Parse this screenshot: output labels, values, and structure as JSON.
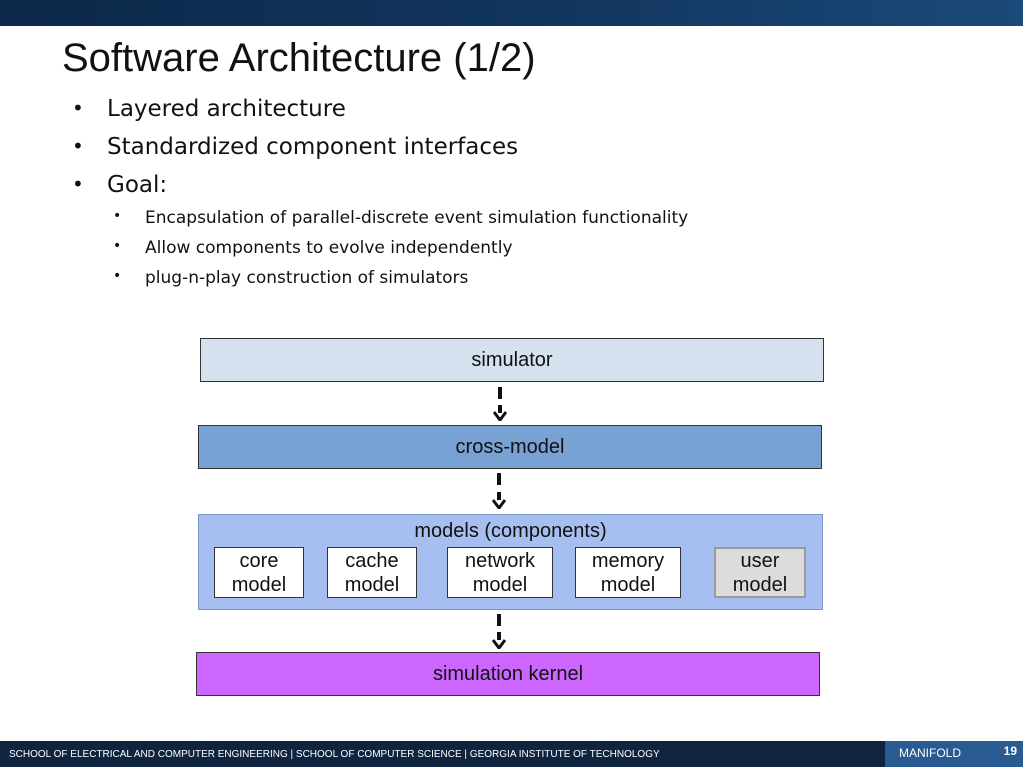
{
  "slide": {
    "title": "Software Architecture (1/2)",
    "bullets": [
      "Layered architecture",
      "Standardized component interfaces",
      "Goal:"
    ],
    "sub_bullets": [
      "Encapsulation of parallel-discrete event simulation functionality",
      "Allow components to evolve independently",
      "plug-n-play construction of simulators"
    ]
  },
  "diagram": {
    "simulator": "simulator",
    "cross_model": "cross-model",
    "models_label": "models (components)",
    "components": [
      {
        "line1": "core",
        "line2": "model"
      },
      {
        "line1": "cache",
        "line2": "model"
      },
      {
        "line1": "network",
        "line2": "model"
      },
      {
        "line1": "memory",
        "line2": "model"
      },
      {
        "line1": "user",
        "line2": "model"
      }
    ],
    "kernel": "simulation kernel",
    "colors": {
      "simulator": "#d6e1f0",
      "cross_model": "#78a2d3",
      "models": "#a6bff0",
      "kernel": "#cc66ff"
    }
  },
  "footer": {
    "text": "SCHOOL OF ELECTRICAL AND COMPUTER ENGINEERING | SCHOOL OF COMPUTER SCIENCE | GEORGIA INSTITUTE OF TECHNOLOGY",
    "brand": "MANIFOLD",
    "page_number": "19"
  }
}
